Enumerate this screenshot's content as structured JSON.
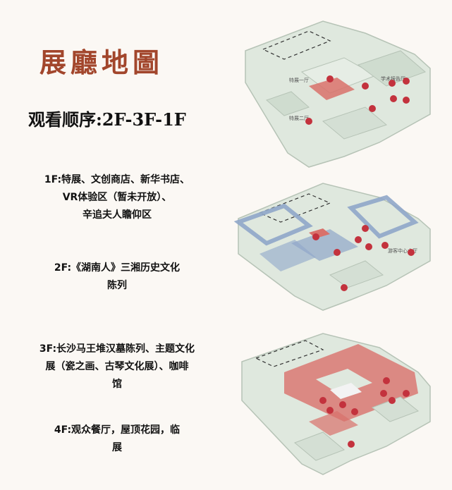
{
  "title": "展廳地圖",
  "viewing_order": "观看顺序:2F-3F-1F",
  "floors": [
    {
      "level": "1F",
      "lines": [
        "1F:特展、文创商店、新华书店、",
        "VR体验区（暂未开放）、",
        "辛追夫人瞻仰区"
      ]
    },
    {
      "level": "2F",
      "lines": [
        "2F:《湖南人》三湘历史文化",
        "陈列"
      ]
    },
    {
      "level": "3F",
      "lines": [
        "3F:长沙马王堆汉墓陈列、主题文化",
        "展（瓷之画、古琴文化展）、咖啡",
        "馆"
      ]
    },
    {
      "level": "4F",
      "lines": [
        "4F:观众餐厅，屋顶花园，临",
        "展"
      ]
    }
  ],
  "map_labels": {
    "top": [
      "特展一厅",
      "特展二厅",
      "学术报告厅"
    ],
    "middle": [
      "游客中心大厅"
    ]
  },
  "colors": {
    "title": "#a2462c",
    "floor_base": "#dfe8de",
    "highlight_red": "#d9716b",
    "highlight_blue": "#8fa6c9",
    "pin": "#c3323d"
  }
}
